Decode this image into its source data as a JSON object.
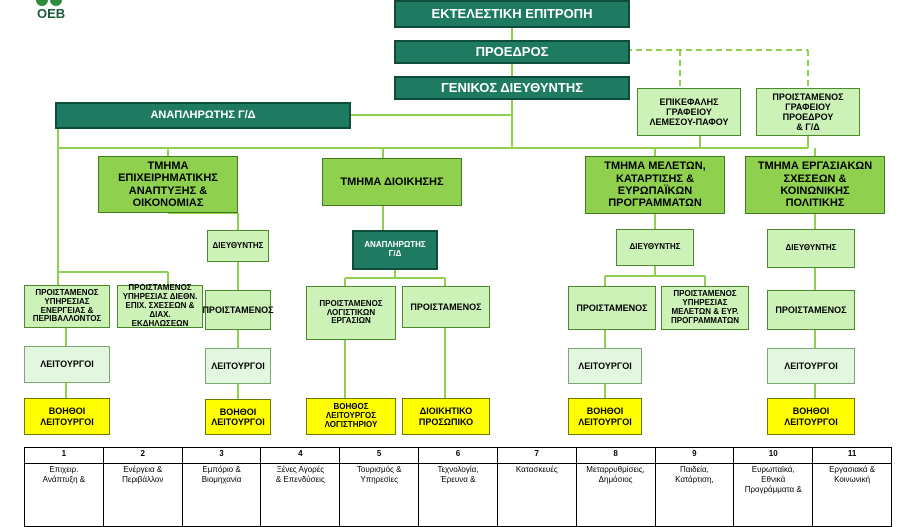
{
  "logo": {
    "text": "ΟΕΒ"
  },
  "colors": {
    "dark": "#1e7b61",
    "section": "#8fd14f",
    "light": "#ccf2b8",
    "pale": "#e3f7e0",
    "yellow": "#ffff00",
    "line": "#8fd14f"
  },
  "top": {
    "executive": "ΕΚΤΕΛΕΣΤΙΚΗ ΕΠΙΤΡΟΠΗ",
    "president": "ΠΡΟΕΔΡΟΣ",
    "gm": "ΓΕΝΙΚΟΣ ΔΙΕΥΘΥΝΤΗΣ",
    "deputy": "ΑΝΑΠΛΗΡΩΤΗΣ Γ/Δ",
    "limassol": "ΕΠΙΚΕΦΑΛΗΣ\nΓΡΑΦΕΙΟΥ\nΛΕΜΕΣΟΥ-ΠΑΦΟΥ",
    "office_head": "ΠΡΟΙΣΤΑΜΕΝΟΣ\nΓΡΑΦΕΙΟΥ\nΠΡΟΕΔΡΟΥ\n& Γ/Δ"
  },
  "departments": {
    "business": "ΤΜΗΜΑ\nΕΠΙΧΕΙΡΗΜΑΤΙΚΗΣ\nΑΝΑΠΤΥΞΗΣ &\nΟΙΚΟΝΟΜΙΑΣ",
    "admin": "ΤΜΗΜΑ ΔΙΟΙΚΗΣΗΣ",
    "studies": "ΤΜΗΜΑ ΜΕΛΕΤΩΝ,\nΚΑΤΑΡΤΙΣΗΣ &\nΕΥΡΩΠΑΪΚΩΝ\nΠΡΟΓΡΑΜΜΑΤΩΝ",
    "labour": "ΤΜΗΜΑ ΕΡΓΑΣΙΑΚΩΝ\nΣΧΕΣΕΩΝ &\nΚΟΙΝΩΝΙΚΗΣ\nΠΟΛΙΤΙΚΗΣ"
  },
  "roles": {
    "director": "ΔΙΕΥΘΥΝΤΗΣ",
    "deputy_small": "ΑΝΑΠΛΗΡΩΤΗΣ\nΓ/Δ",
    "head": "ΠΡΟΙΣΤΑΜΕΝΟΣ",
    "officers": "ΛΕΙΤΟΥΡΓΟΙ",
    "assistants": "ΒΟΗΘΟΙ\nΛΕΙΤΟΥΡΓΟΙ",
    "head_energy": "ΠΡΟΙΣΤΑΜΕΝΟΣ\nΥΠΗΡΕΣΙΑΣ\nΕΝΕΡΓΕΙΑΣ &\nΠΕΡΙΒΑΛΛΟΝΤΟΣ",
    "head_intl": "ΠΡΟΙΣΤΑΜΕΝΟΣ\nΥΠΗΡΕΣΙΑΣ ΔΙΕΘΝ.\nΕΠΙΧ. ΣΧΕΣΕΩΝ &\nΔΙΑΧ. ΕΚΔΗΛΩΣΕΩΝ",
    "head_accounting": "ΠΡΟΙΣΤΑΜΕΝΟΣ\nΛΟΓΙΣΤΙΚΩΝ\nΕΡΓΑΣΙΩΝ",
    "head_studies": "ΠΡΟΙΣΤΑΜΕΝΟΣ\nΥΠΗΡΕΣΙΑΣ\nΜΕΛΕΤΩΝ & ΕΥΡ.\nΠΡΟΓΡΑΜΜΑΤΩΝ",
    "assistant_accounting": "ΒΟΗΘΟΣ\nΛΕΙΤΟΥΡΓΟΣ\nΛΟΓΙΣΤΗΡΙΟΥ",
    "admin_staff": "ΔΙΟΙΚΗΤΙΚΟ\nΠΡΟΣΩΠΙΚΟ"
  },
  "sectors": [
    {
      "num": "1",
      "name": "Επιχειρ.\nΑνάπτυξη &"
    },
    {
      "num": "2",
      "name": "Ενέργεια &\nΠεριβάλλον"
    },
    {
      "num": "3",
      "name": "Εμπόριο &\nΒιομηχανία"
    },
    {
      "num": "4",
      "name": "Ξένες Αγορές\n& Επενδύσεις"
    },
    {
      "num": "5",
      "name": "Τουρισμός &\nΥπηρεσίες"
    },
    {
      "num": "6",
      "name": "Τεχνολογία,\nΈρευνα &"
    },
    {
      "num": "7",
      "name": "Κατασκευές"
    },
    {
      "num": "8",
      "name": "Μεταρρυθμίσεις,\nΔημόσιος"
    },
    {
      "num": "9",
      "name": "Παιδεία,\nΚατάρτιση,"
    },
    {
      "num": "10",
      "name": "Ευρωπαϊκά,\nΕθνικά\nΠρογράμματα &"
    },
    {
      "num": "11",
      "name": "Εργασιακά &\nΚοινωνική"
    }
  ]
}
